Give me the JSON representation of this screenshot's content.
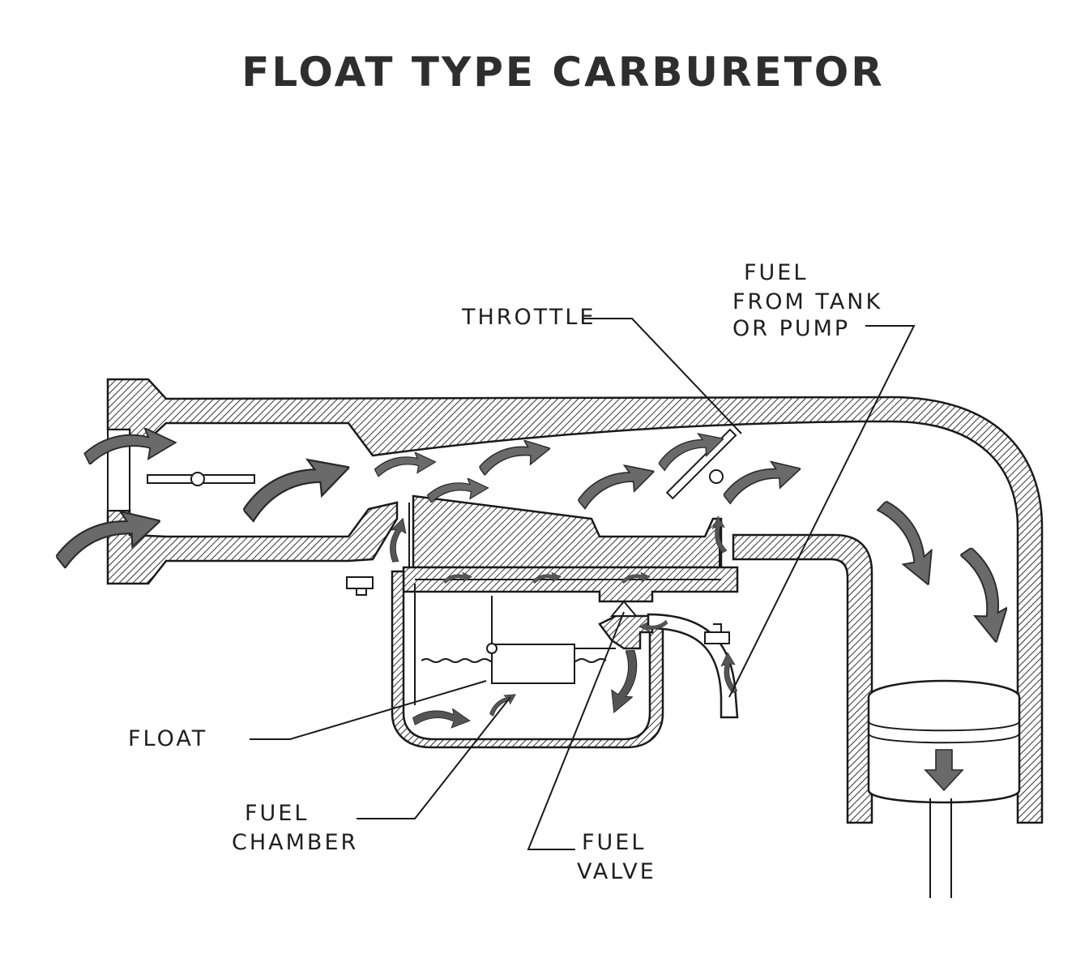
{
  "title": "FLOAT TYPE CARBURETOR",
  "labels": {
    "throttle": "THROTTLE",
    "fuel_from_tank_1": "FUEL",
    "fuel_from_tank_2": "FROM TANK",
    "fuel_from_tank_3": "OR PUMP",
    "float": "FLOAT",
    "fuel_chamber_1": "FUEL",
    "fuel_chamber_2": "CHAMBER",
    "fuel_valve_1": "FUEL",
    "fuel_valve_2": "VALVE"
  },
  "colors": {
    "ink": "#1a1a1a",
    "arrow_fill": "#6a6a6a",
    "background": "#ffffff"
  }
}
